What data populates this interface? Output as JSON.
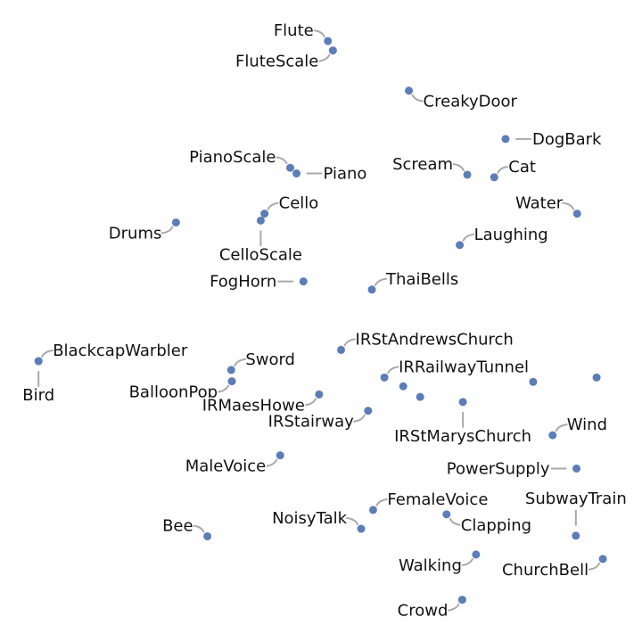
{
  "chart_data": {
    "type": "scatter",
    "title": "",
    "xlabel": "",
    "ylabel": "",
    "xlim": [
      0,
      100
    ],
    "ylim": [
      0,
      100
    ],
    "grid": false,
    "point_color": "#5b7db8",
    "leader_color": "#aaaaaa",
    "points": [
      {
        "label": "Flute",
        "x": 51.1,
        "y": 94.6,
        "anchor": "nw"
      },
      {
        "label": "FluteScale",
        "x": 51.9,
        "y": 93.1,
        "anchor": "sw"
      },
      {
        "label": "CreakyDoor",
        "x": 64.0,
        "y": 86.7,
        "anchor": "se"
      },
      {
        "label": "DogBark",
        "x": 79.4,
        "y": 79.0,
        "anchor": "e"
      },
      {
        "label": "PianoScale",
        "x": 45.1,
        "y": 74.4,
        "anchor": "nw"
      },
      {
        "label": "Piano",
        "x": 46.1,
        "y": 73.5,
        "anchor": "e"
      },
      {
        "label": "Scream",
        "x": 73.3,
        "y": 73.3,
        "anchor": "nw"
      },
      {
        "label": "Cat",
        "x": 77.6,
        "y": 72.9,
        "anchor": "ne"
      },
      {
        "label": "Water",
        "x": 90.8,
        "y": 67.1,
        "anchor": "nw"
      },
      {
        "label": "Cello",
        "x": 41.0,
        "y": 67.1,
        "anchor": "ne"
      },
      {
        "label": "CelloScale",
        "x": 40.4,
        "y": 66.0,
        "anchor": "s"
      },
      {
        "label": "Drums",
        "x": 26.9,
        "y": 65.7,
        "anchor": "sw"
      },
      {
        "label": "Laughing",
        "x": 72.1,
        "y": 62.1,
        "anchor": "ne"
      },
      {
        "label": "FogHorn",
        "x": 47.2,
        "y": 56.3,
        "anchor": "w"
      },
      {
        "label": "ThaiBells",
        "x": 58.1,
        "y": 55.0,
        "anchor": "ne"
      },
      {
        "label": "BlackcapWarbler",
        "x": 5.0,
        "y": 43.6,
        "anchor": "ne"
      },
      {
        "label": "Bird",
        "x": 5.0,
        "y": 43.6,
        "anchor": "s"
      },
      {
        "label": "IRStAndrewsChurch",
        "x": 53.2,
        "y": 45.4,
        "anchor": "ne"
      },
      {
        "label": "Sword",
        "x": 35.7,
        "y": 42.2,
        "anchor": "ne"
      },
      {
        "label": "BalloonPop",
        "x": 35.8,
        "y": 40.4,
        "anchor": "sw"
      },
      {
        "label": "IRRailwayTunnel",
        "x": 60.1,
        "y": 41.0,
        "anchor": "ne"
      },
      {
        "label": "",
        "x": 63.1,
        "y": 39.6,
        "anchor": "none"
      },
      {
        "label": "",
        "x": 65.8,
        "y": 37.9,
        "anchor": "none"
      },
      {
        "label": "IRMaesHowe",
        "x": 49.7,
        "y": 38.3,
        "anchor": "sw"
      },
      {
        "label": "IRStMarysChurch",
        "x": 72.6,
        "y": 37.1,
        "anchor": "s"
      },
      {
        "label": "",
        "x": 83.8,
        "y": 40.3,
        "anchor": "none"
      },
      {
        "label": "",
        "x": 93.9,
        "y": 41.0,
        "anchor": "none"
      },
      {
        "label": "IRStairway",
        "x": 57.5,
        "y": 35.7,
        "anchor": "sw"
      },
      {
        "label": "Wind",
        "x": 86.9,
        "y": 31.8,
        "anchor": "ne"
      },
      {
        "label": "MaleVoice",
        "x": 43.5,
        "y": 28.6,
        "anchor": "sw"
      },
      {
        "label": "PowerSupply",
        "x": 90.7,
        "y": 26.5,
        "anchor": "w"
      },
      {
        "label": "FemaleVoice",
        "x": 58.3,
        "y": 19.9,
        "anchor": "ne"
      },
      {
        "label": "NoisyTalk",
        "x": 56.4,
        "y": 16.9,
        "anchor": "nw"
      },
      {
        "label": "Clapping",
        "x": 70.0,
        "y": 19.2,
        "anchor": "se"
      },
      {
        "label": "SubwayTrain",
        "x": 90.6,
        "y": 15.8,
        "anchor": "n"
      },
      {
        "label": "Bee",
        "x": 31.9,
        "y": 15.7,
        "anchor": "nw"
      },
      {
        "label": "Walking",
        "x": 74.7,
        "y": 12.8,
        "anchor": "sw"
      },
      {
        "label": "ChurchBell",
        "x": 94.9,
        "y": 12.1,
        "anchor": "sw"
      },
      {
        "label": "Crowd",
        "x": 72.5,
        "y": 5.6,
        "anchor": "sw"
      }
    ]
  }
}
